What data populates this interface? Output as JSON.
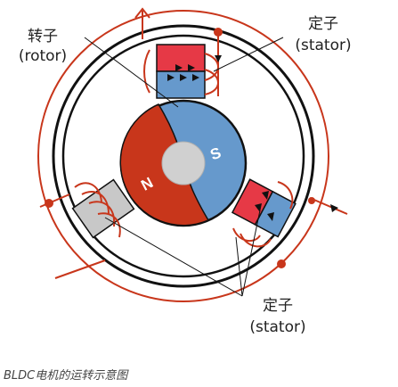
{
  "labels": {
    "rotor_cn": "转子",
    "rotor_en": "(rotor)",
    "stator_top_cn": "定子",
    "stator_top_en": "(stator)",
    "stator_bottom_cn": "定子",
    "stator_bottom_en": "(stator)"
  },
  "poles": {
    "north": "N",
    "south": "S"
  },
  "caption": "BLDC电机的运转示意图",
  "colors": {
    "wire_red": "#c8361b",
    "north_pole": "#c8361b",
    "south_pole": "#6699cc",
    "stator_red": "#e63946",
    "stator_blue": "#6699cc",
    "stator_gray": "#c8c8c8",
    "shaft": "#d0d0d0"
  }
}
